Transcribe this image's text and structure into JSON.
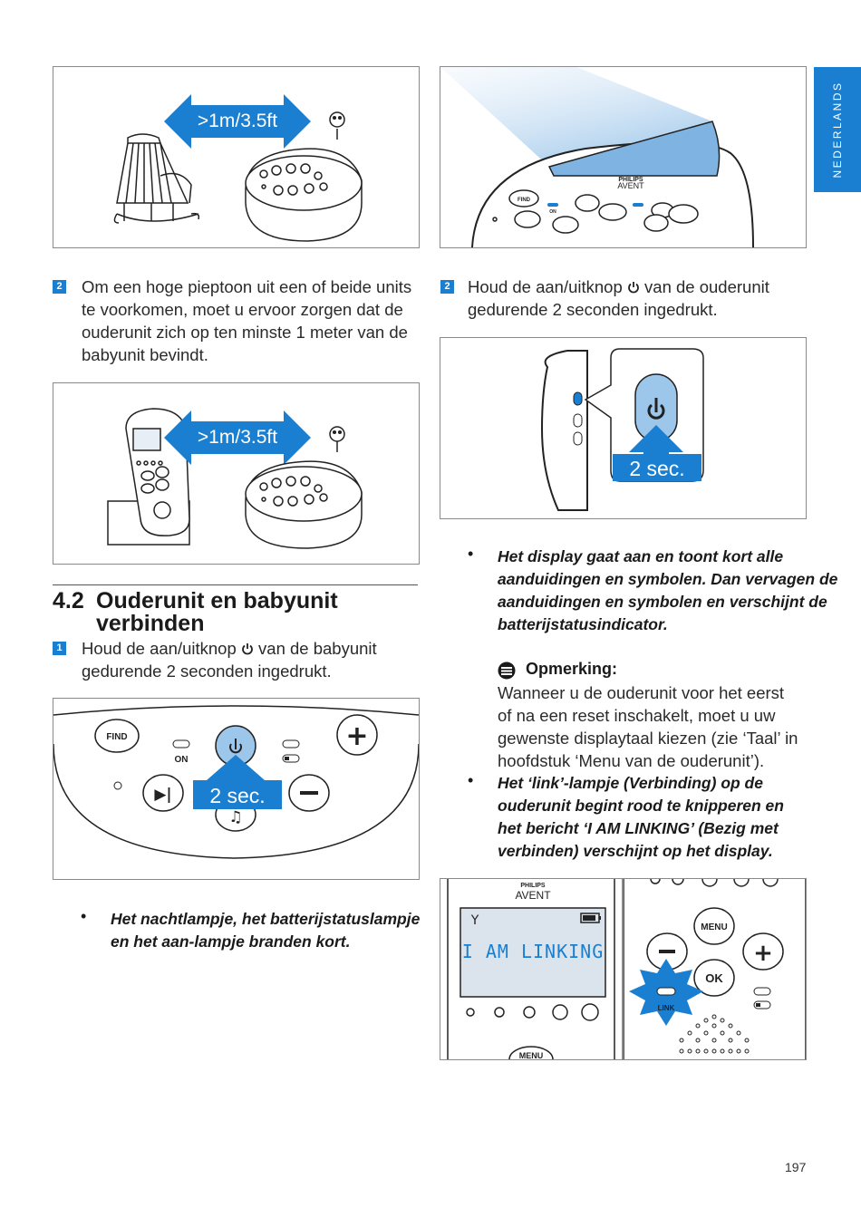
{
  "sidebar": {
    "language": "NEDERLANDS"
  },
  "figures": {
    "distance_label": ">1m/3.5ft",
    "hold_label": "2 sec.",
    "brand_top": "PHILIPS",
    "brand_bottom": "AVENT",
    "btn_find": "FIND",
    "btn_on": "ON",
    "btn_menu": "MENU",
    "btn_ok": "OK",
    "btn_link": "LINK",
    "display_text": "I AM LINKING"
  },
  "left": {
    "step2_num": "2",
    "step2_text_1": "Om een hoge pieptoon uit een of beide units",
    "step2_text_2": "te voorkomen, moet u ervoor zorgen dat de",
    "step2_text_3": "ouderunit zich op ten minste 1 meter van de",
    "step2_text_4": "babyunit bevindt.",
    "section_number": "4.2",
    "section_title_1": "Ouderunit en babyunit",
    "section_title_2": "verbinden",
    "step1_num": "1",
    "step1_text_a": "Houd de aan/uitknop",
    "step1_text_b": "van de babyunit",
    "step1_text_2": "gedurende 2 seconden ingedrukt.",
    "bullet_1": "Het nachtlampje, het batterijstatuslampje",
    "bullet_2": "en het aan-lampje branden kort."
  },
  "right": {
    "step2_num": "2",
    "step2_text_a": "Houd de aan/uitknop",
    "step2_text_b": "van de ouderunit",
    "step2_text_2": "gedurende 2 seconden ingedrukt.",
    "bullet1_1": "Het display gaat aan en toont kort alle",
    "bullet1_2": "aanduidingen en symbolen. Dan vervagen de",
    "bullet1_3": "aanduidingen en symbolen en verschijnt de",
    "bullet1_4": "batterijstatusindicator.",
    "note_title": "Opmerking:",
    "note_1": "Wanneer u de ouderunit voor het eerst",
    "note_2": "of na een reset inschakelt, moet u uw",
    "note_3": "gewenste displaytaal kiezen (zie ‘Taal’ in",
    "note_4": "hoofdstuk ‘Menu van de ouderunit’).",
    "bullet2_1": "Het ‘link’-lampje (Verbinding) op de",
    "bullet2_2": "ouderunit begint rood te knipperen en",
    "bullet2_3": "het bericht ‘I AM LINKING’ (Bezig met",
    "bullet2_4": "verbinden) verschijnt op het display."
  },
  "page_number": "197"
}
